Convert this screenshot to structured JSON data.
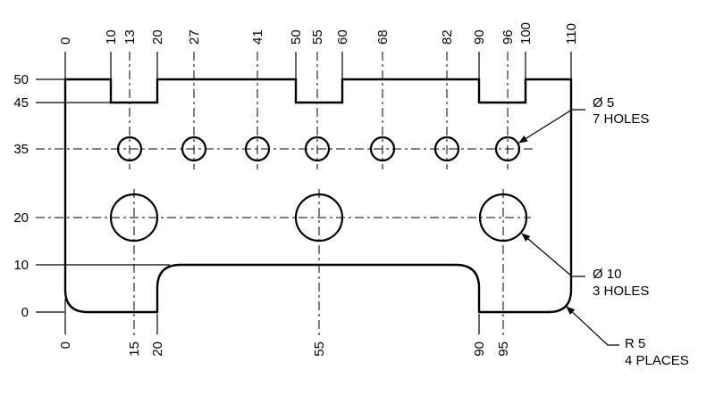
{
  "top_dimensions": [
    "0",
    "10",
    "13",
    "20",
    "27",
    "41",
    "50",
    "55",
    "60",
    "68",
    "82",
    "90",
    "96",
    "100",
    "110"
  ],
  "left_dimensions": [
    "50",
    "45",
    "35",
    "20",
    "10",
    "0"
  ],
  "bottom_dimensions": [
    "0",
    "15",
    "20",
    "55",
    "90",
    "95"
  ],
  "callouts": {
    "small_holes": {
      "size": "Ø 5",
      "count": "7 HOLES"
    },
    "large_holes": {
      "size": "Ø 10",
      "count": "3 HOLES"
    },
    "radius": {
      "size": "R 5",
      "count": "4 PLACES"
    }
  }
}
